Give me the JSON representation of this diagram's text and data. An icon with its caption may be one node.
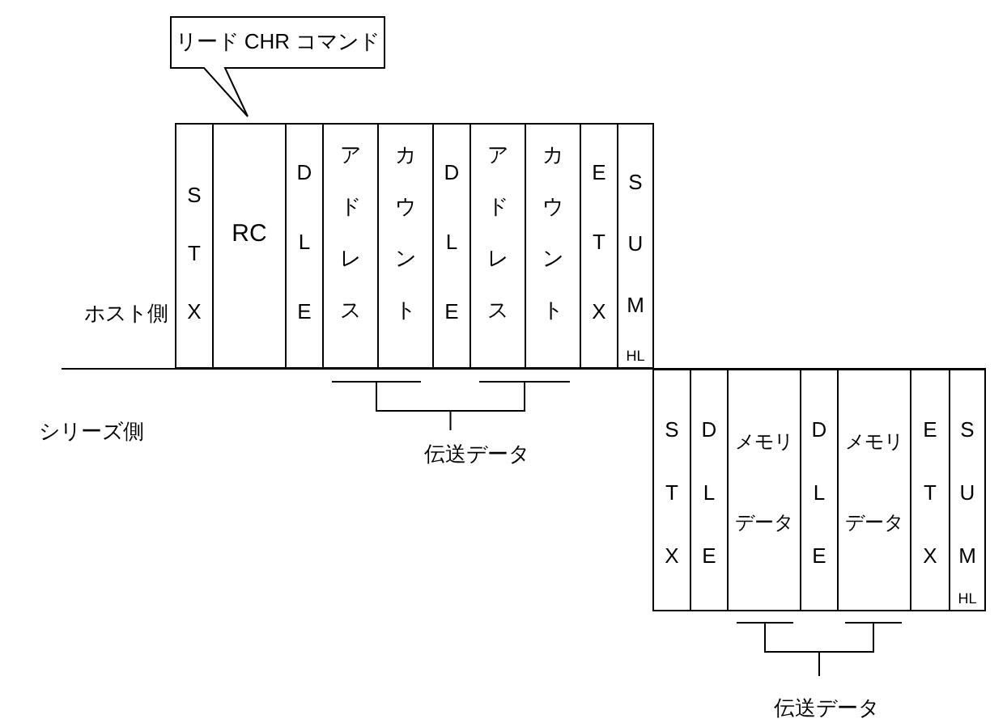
{
  "diagram": {
    "nodes": [
      {
        "text": [
          "リード CHR コマンド"
        ]
      },
      {
        "text": [
          "STX"
        ]
      },
      {
        "text": [
          "RC"
        ]
      },
      {
        "text": [
          "DLE"
        ]
      },
      {
        "text": [
          "アドレス"
        ]
      },
      {
        "text": [
          "カウント"
        ]
      },
      {
        "text": [
          "DLE"
        ]
      },
      {
        "text": [
          "アドレス"
        ]
      },
      {
        "text": [
          "カウント"
        ]
      },
      {
        "text": [
          "ETX"
        ]
      },
      {
        "text": [
          "SUM",
          "HL"
        ]
      },
      {
        "text": [
          "STX"
        ]
      },
      {
        "text": [
          "DLE"
        ]
      },
      {
        "text": [
          "メモリデータ"
        ]
      },
      {
        "text": [
          "DLE"
        ]
      },
      {
        "text": [
          "メモリデータ"
        ]
      },
      {
        "text": [
          "ETX"
        ]
      },
      {
        "text": [
          "SUM",
          "HL"
        ]
      }
    ],
    "labels": [
      "ホスト側",
      "シリーズ側",
      "伝送データ",
      "伝送データ"
    ]
  }
}
